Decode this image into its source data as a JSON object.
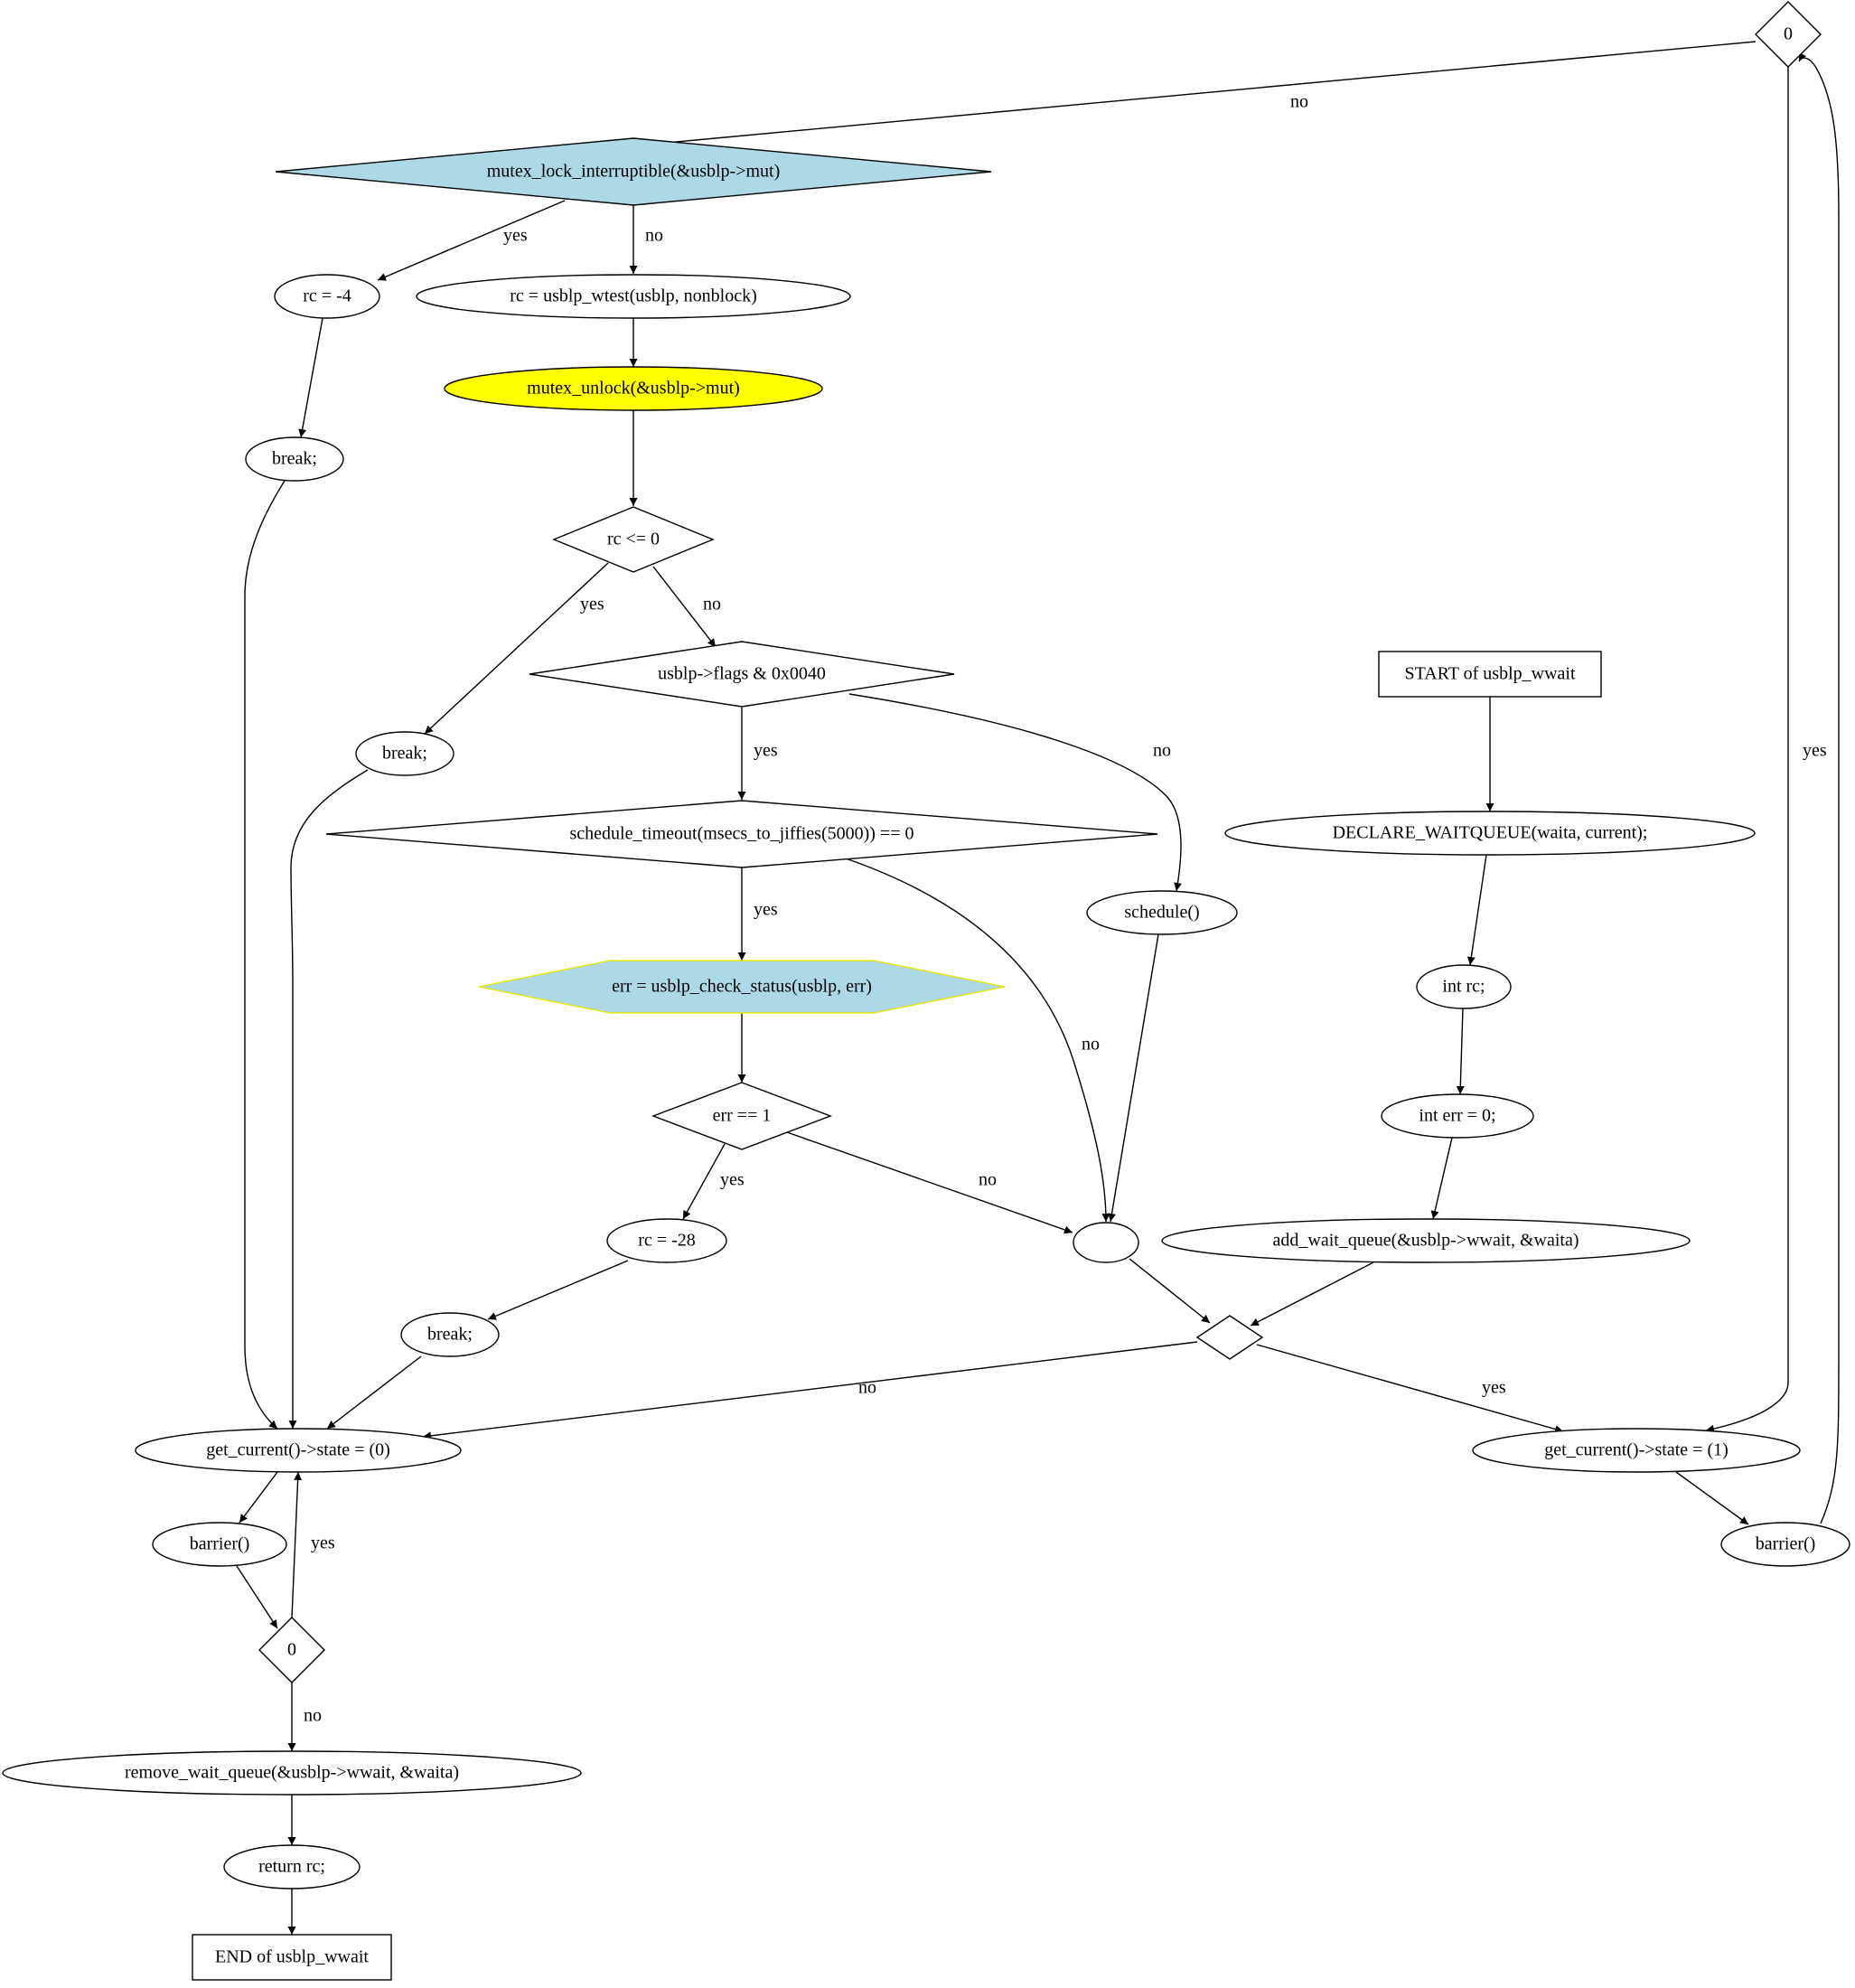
{
  "colors": {
    "lightblue": "#add8e6",
    "yellow": "#ffff00",
    "white": "#ffffff",
    "stroke": "#000000",
    "hexagon_border": "#e8e800"
  },
  "nodes": [
    {
      "id": "d0top",
      "label": "0"
    },
    {
      "id": "mutex_lock",
      "label": "mutex_lock_interruptible(&usblp->mut)"
    },
    {
      "id": "rc_m4",
      "label": "rc = -4"
    },
    {
      "id": "rc_wtest",
      "label": "rc = usblp_wtest(usblp, nonblock)"
    },
    {
      "id": "unlock",
      "label": "mutex_unlock(&usblp->mut)"
    },
    {
      "id": "break1",
      "label": "break;"
    },
    {
      "id": "rc_le0",
      "label": "rc <= 0"
    },
    {
      "id": "flags",
      "label": "usblp->flags & 0x0040"
    },
    {
      "id": "start",
      "label": "START of usblp_wwait"
    },
    {
      "id": "break2",
      "label": "break;"
    },
    {
      "id": "declare",
      "label": "DECLARE_WAITQUEUE(waita, current);"
    },
    {
      "id": "sched_to",
      "label": "schedule_timeout(msecs_to_jiffies(5000)) == 0"
    },
    {
      "id": "schedule",
      "label": "schedule()"
    },
    {
      "id": "check_status",
      "label": "err = usblp_check_status(usblp, err)"
    },
    {
      "id": "int_rc",
      "label": "int rc;"
    },
    {
      "id": "err_eq1",
      "label": "err == 1"
    },
    {
      "id": "int_err",
      "label": "int err = 0;"
    },
    {
      "id": "rc_m28",
      "label": "rc = -28"
    },
    {
      "id": "merge",
      "label": ""
    },
    {
      "id": "add_wq",
      "label": "add_wait_queue(&usblp->wwait, &waita)"
    },
    {
      "id": "break3",
      "label": "break;"
    },
    {
      "id": "d_mid",
      "label": ""
    },
    {
      "id": "state0",
      "label": "get_current()->state = (0)"
    },
    {
      "id": "state1",
      "label": "get_current()->state = (1)"
    },
    {
      "id": "barrier_l",
      "label": "barrier()"
    },
    {
      "id": "barrier_r",
      "label": "barrier()"
    },
    {
      "id": "d0bot",
      "label": "0"
    },
    {
      "id": "remove_wq",
      "label": "remove_wait_queue(&usblp->wwait, &waita)"
    },
    {
      "id": "return_rc",
      "label": "return rc;"
    },
    {
      "id": "end",
      "label": "END of usblp_wwait"
    }
  ],
  "edges": [
    {
      "from": "d0top",
      "to": "mutex_lock",
      "label": "no"
    },
    {
      "from": "d0top",
      "to": "state1",
      "label": "yes"
    },
    {
      "from": "mutex_lock",
      "to": "rc_m4",
      "label": "yes"
    },
    {
      "from": "mutex_lock",
      "to": "rc_wtest",
      "label": "no"
    },
    {
      "from": "rc_m4",
      "to": "break1",
      "label": ""
    },
    {
      "from": "rc_wtest",
      "to": "unlock",
      "label": ""
    },
    {
      "from": "unlock",
      "to": "rc_le0",
      "label": ""
    },
    {
      "from": "break1",
      "to": "state0",
      "label": ""
    },
    {
      "from": "rc_le0",
      "to": "break2",
      "label": "yes"
    },
    {
      "from": "rc_le0",
      "to": "flags",
      "label": "no"
    },
    {
      "from": "flags",
      "to": "sched_to",
      "label": "yes"
    },
    {
      "from": "flags",
      "to": "schedule",
      "label": "no"
    },
    {
      "from": "start",
      "to": "declare",
      "label": ""
    },
    {
      "from": "break2",
      "to": "state0",
      "label": ""
    },
    {
      "from": "declare",
      "to": "int_rc",
      "label": ""
    },
    {
      "from": "sched_to",
      "to": "check_status",
      "label": "yes"
    },
    {
      "from": "sched_to",
      "to": "merge",
      "label": "no"
    },
    {
      "from": "schedule",
      "to": "merge",
      "label": ""
    },
    {
      "from": "check_status",
      "to": "err_eq1",
      "label": ""
    },
    {
      "from": "int_rc",
      "to": "int_err",
      "label": ""
    },
    {
      "from": "err_eq1",
      "to": "rc_m28",
      "label": "yes"
    },
    {
      "from": "err_eq1",
      "to": "merge",
      "label": "no"
    },
    {
      "from": "int_err",
      "to": "add_wq",
      "label": ""
    },
    {
      "from": "rc_m28",
      "to": "break3",
      "label": ""
    },
    {
      "from": "merge",
      "to": "d_mid",
      "label": ""
    },
    {
      "from": "add_wq",
      "to": "d_mid",
      "label": ""
    },
    {
      "from": "break3",
      "to": "state0",
      "label": ""
    },
    {
      "from": "d_mid",
      "to": "state0",
      "label": "no"
    },
    {
      "from": "d_mid",
      "to": "state1",
      "label": "yes"
    },
    {
      "from": "state0",
      "to": "barrier_l",
      "label": ""
    },
    {
      "from": "state1",
      "to": "barrier_r",
      "label": ""
    },
    {
      "from": "barrier_r",
      "to": "d0top",
      "label": ""
    },
    {
      "from": "barrier_l",
      "to": "d0bot",
      "label": ""
    },
    {
      "from": "d0bot",
      "to": "state0",
      "label": "yes"
    },
    {
      "from": "d0bot",
      "to": "remove_wq",
      "label": "no"
    },
    {
      "from": "remove_wq",
      "to": "return_rc",
      "label": ""
    },
    {
      "from": "return_rc",
      "to": "end",
      "label": ""
    }
  ]
}
